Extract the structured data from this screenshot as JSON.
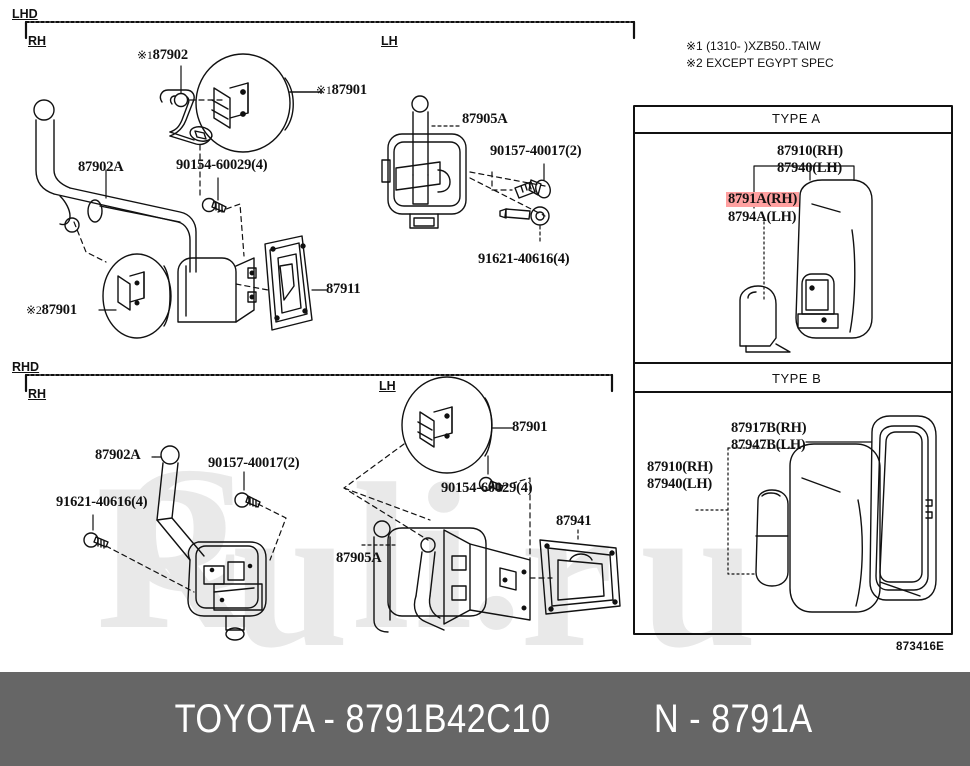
{
  "document": {
    "diagram_code": "873416E",
    "banner": {
      "brand_part": "TOYOTA - 8791B42C10",
      "figure_ref": "N - 8791A"
    }
  },
  "notes": [
    {
      "id": "note1",
      "text": "※1 (1310-      )XZB50..TAIW"
    },
    {
      "id": "note2",
      "text": "※2 EXCEPT EGYPT SPEC"
    }
  ],
  "sections": [
    {
      "id": "lhd",
      "title": "LHD",
      "groups": [
        {
          "id": "lhd-rh",
          "hand": "RH",
          "labels": [
            {
              "id": "lhd-rh-87902",
              "text": "87902",
              "star": "※1"
            },
            {
              "id": "lhd-rh-87901-top",
              "text": "87901",
              "star": "※1"
            },
            {
              "id": "lhd-rh-87902a",
              "text": "87902A",
              "star": ""
            },
            {
              "id": "lhd-rh-90154",
              "text": "90154-60029(4)",
              "star": ""
            },
            {
              "id": "lhd-rh-87901-bottom",
              "text": "87901",
              "star": "※2"
            },
            {
              "id": "lhd-rh-87911",
              "text": "87911",
              "star": ""
            }
          ]
        },
        {
          "id": "lhd-lh",
          "hand": "LH",
          "labels": [
            {
              "id": "lhd-lh-87905a",
              "text": "87905A",
              "star": ""
            },
            {
              "id": "lhd-lh-90157",
              "text": "90157-40017(2)",
              "star": ""
            },
            {
              "id": "lhd-lh-91621",
              "text": "91621-40616(4)",
              "star": ""
            }
          ]
        }
      ]
    },
    {
      "id": "rhd",
      "title": "RHD",
      "groups": [
        {
          "id": "rhd-rh",
          "hand": "RH",
          "labels": [
            {
              "id": "rhd-rh-87902a",
              "text": "87902A",
              "star": ""
            },
            {
              "id": "rhd-rh-90157",
              "text": "90157-40017(2)",
              "star": ""
            },
            {
              "id": "rhd-rh-91621",
              "text": "91621-40616(4)",
              "star": ""
            }
          ]
        },
        {
          "id": "rhd-lh",
          "hand": "LH",
          "labels": [
            {
              "id": "rhd-lh-87901",
              "text": "87901",
              "star": ""
            },
            {
              "id": "rhd-lh-90154",
              "text": "90154-60029(4)",
              "star": ""
            },
            {
              "id": "rhd-lh-87905a",
              "text": "87905A",
              "star": ""
            },
            {
              "id": "rhd-lh-87941",
              "text": "87941",
              "star": ""
            }
          ]
        }
      ]
    }
  ],
  "type_panels": [
    {
      "id": "type-a",
      "header": "TYPE A",
      "labels": [
        {
          "id": "type-a-87910",
          "text": "87910(RH)",
          "highlight": false
        },
        {
          "id": "type-a-87940",
          "text": "87940(LH)",
          "highlight": false
        },
        {
          "id": "type-a-8791a",
          "text": "8791A(RH)",
          "highlight": true
        },
        {
          "id": "type-a-8794a",
          "text": "8794A(LH)",
          "highlight": false
        }
      ]
    },
    {
      "id": "type-b",
      "header": "TYPE B",
      "labels": [
        {
          "id": "type-b-87917b",
          "text": "87917B(RH)",
          "highlight": false
        },
        {
          "id": "type-b-87947b",
          "text": "87947B(LH)",
          "highlight": false
        },
        {
          "id": "type-b-87910",
          "text": "87910(RH)",
          "highlight": false
        },
        {
          "id": "type-b-87940",
          "text": "87940(LH)",
          "highlight": false
        }
      ]
    }
  ],
  "watermark": {
    "text_1": "R",
    "text_2": "u",
    "text_3": "l",
    "text_4": "i",
    "text_5": ".",
    "text_6": "r",
    "text_7": "u"
  },
  "colors": {
    "highlight": "#ffa0a0",
    "banner_bg": "#666666",
    "banner_text": "#ffffff",
    "line": "#111111",
    "watermark": "#e9e9e9"
  }
}
